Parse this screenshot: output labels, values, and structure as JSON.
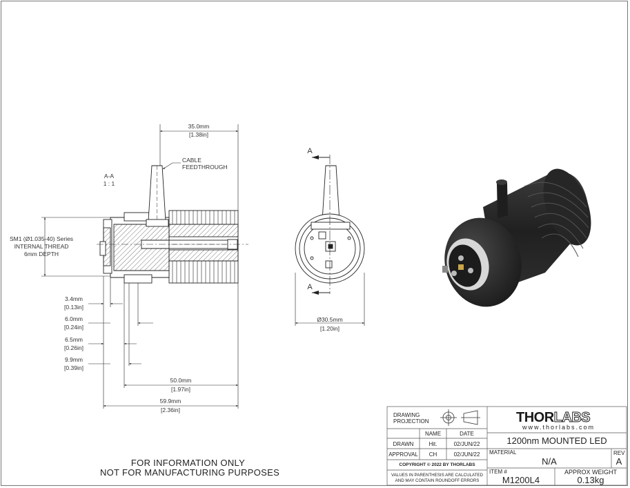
{
  "section_label": {
    "name": "A-A",
    "scale": "1 : 1"
  },
  "callouts": {
    "cable": [
      "CABLE",
      "FEEDTHROUGH"
    ],
    "thread": [
      "SM1 (Ø1.035-40) Series",
      "INTERNAL THREAD",
      "6mm DEPTH"
    ]
  },
  "dimensions": {
    "top_width": [
      "35.0mm",
      "[1.38in]"
    ],
    "d34": [
      "3.4mm",
      "[0.13in]"
    ],
    "d60": [
      "6.0mm",
      "[0.24in]"
    ],
    "d65": [
      "6.5mm",
      "[0.26in]"
    ],
    "d99": [
      "9.9mm",
      "[0.39in]"
    ],
    "d500": [
      "50.0mm",
      "[1.97in]"
    ],
    "d599": [
      "59.9mm",
      "[2.36in]"
    ],
    "diameter": [
      "Ø30.5mm",
      "[1.20in]"
    ]
  },
  "front_view": {
    "section_mark": "A"
  },
  "notes": {
    "line1": "FOR INFORMATION ONLY",
    "line2": "NOT FOR MANUFACTURING PURPOSES"
  },
  "title_block": {
    "drawing_projection": [
      "DRAWING",
      "PROJECTION"
    ],
    "name_header": "NAME",
    "date_header": "DATE",
    "rows": [
      {
        "role": "DRAWN",
        "name": "Hit.",
        "date": "02/JUN/22"
      },
      {
        "role": "APPROVAL",
        "name": "CH",
        "date": "02/JUN/22"
      }
    ],
    "copyright": "COPYRIGHT © 2022 BY THORLABS",
    "disclaimer": [
      "VALUES IN PARENTHESIS ARE CALCULATED",
      "AND MAY CONTAIN ROUNDOFF ERRORS"
    ],
    "logo_thor": "THOR",
    "logo_labs": "LABS",
    "website": "www.thorlabs.com",
    "title": "1200nm MOUNTED LED",
    "material_label": "MATERIAL",
    "material_value": "N/A",
    "rev_label": "REV",
    "rev_value": "A",
    "item_label": "ITEM #",
    "item_value": "M1200L4",
    "weight_label": "APPROX WEIGHT",
    "weight_value": "0.13kg"
  }
}
